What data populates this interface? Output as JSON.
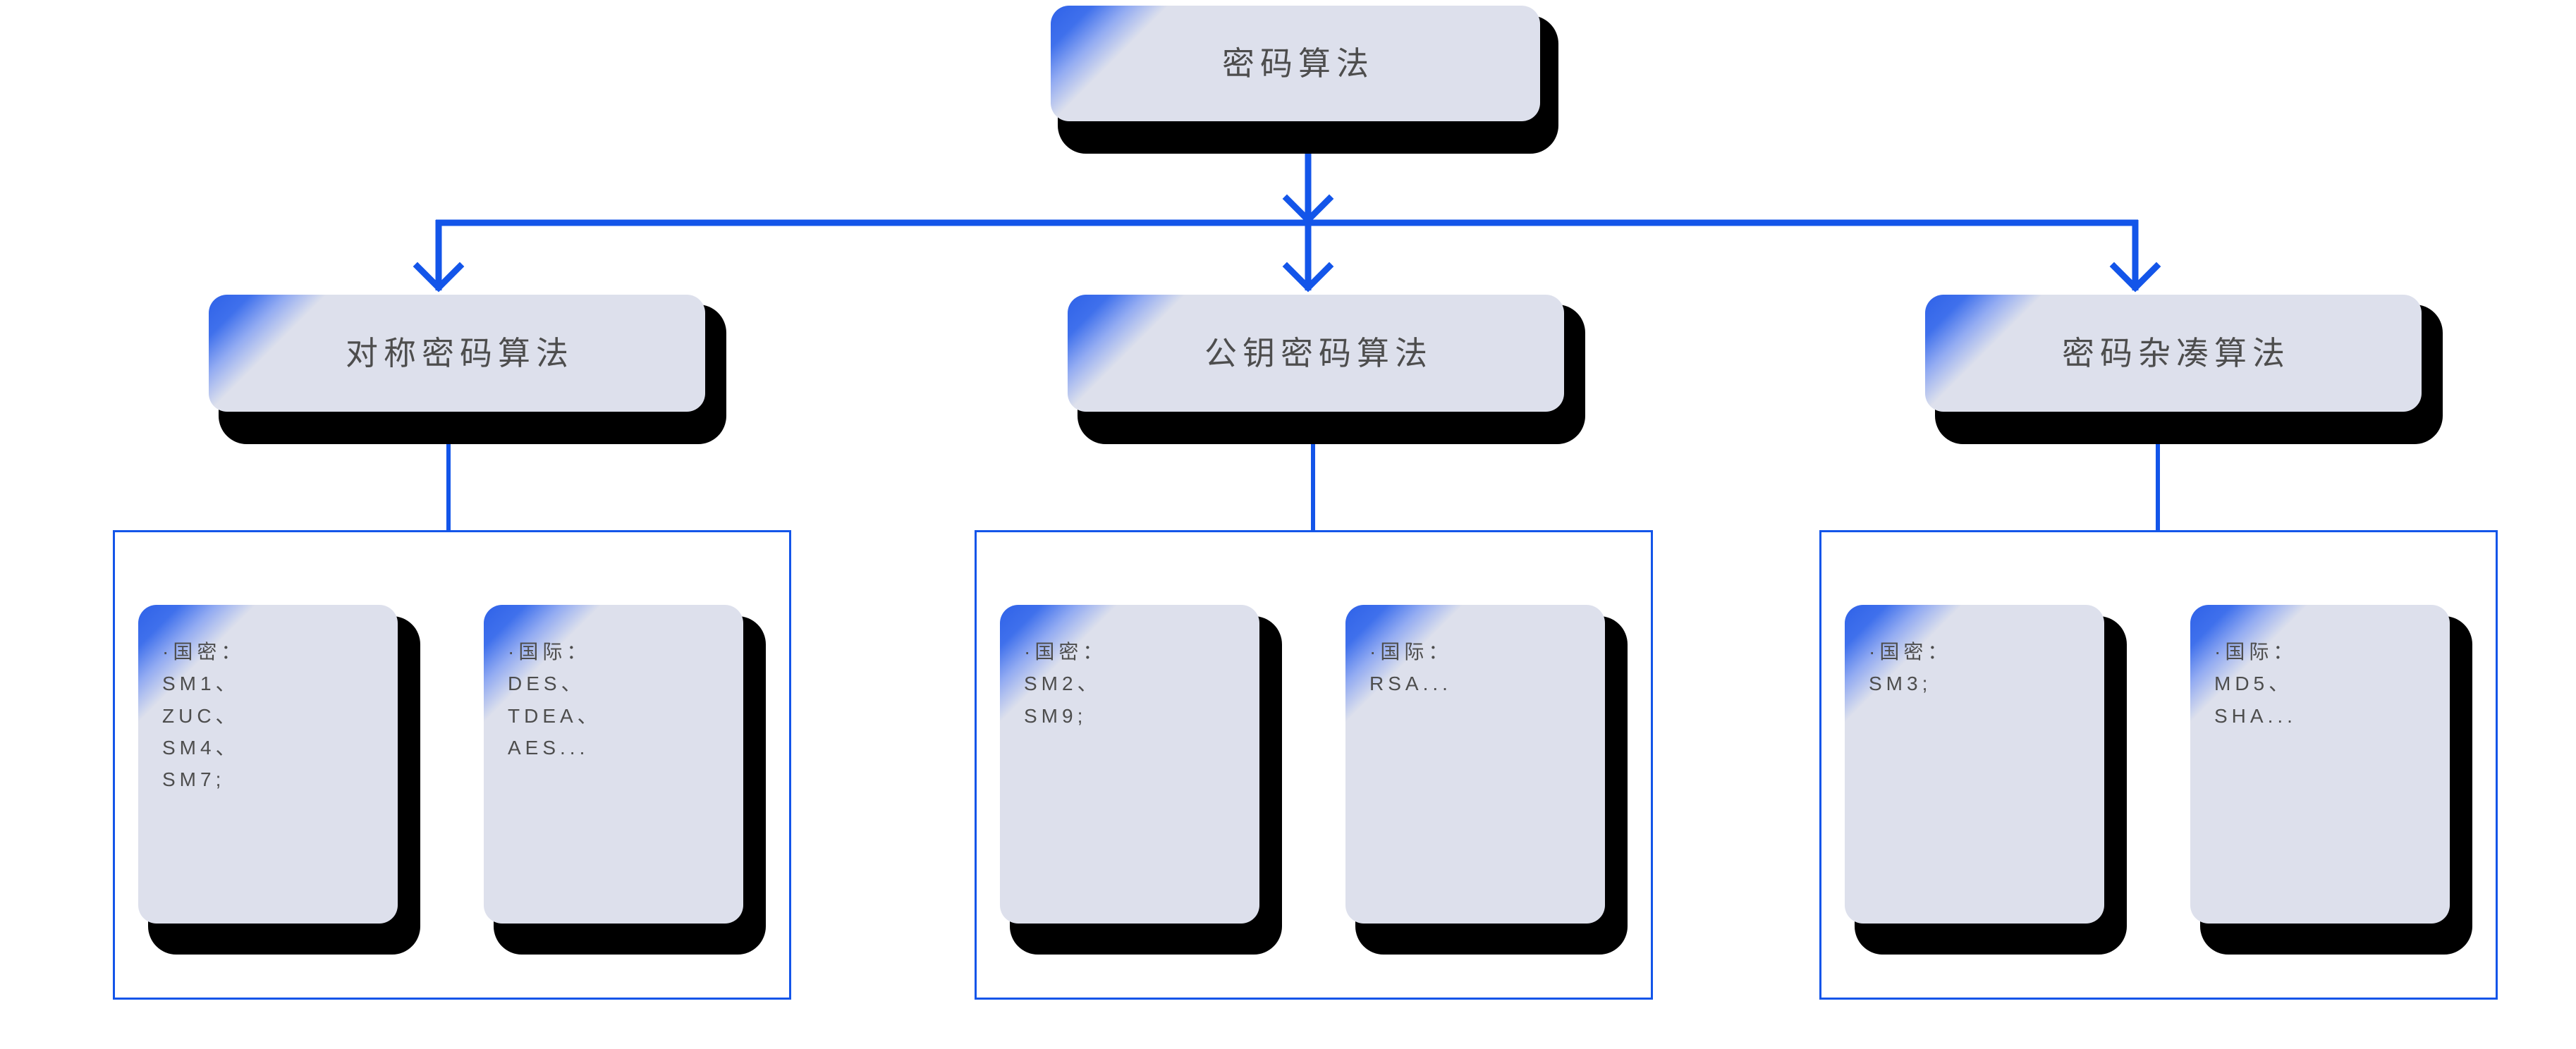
{
  "diagram": {
    "type": "tree-diagram",
    "title": "密码算法",
    "accent_color": "#1355e9",
    "node_body_color": "#dde0ec",
    "node_corner_gradient_color": "#2f62e8",
    "node_shadow_color": "#000000",
    "text_color": "#4d4d4d",
    "background_color": "#ffffff"
  },
  "root": {
    "label": "密码算法"
  },
  "branches": [
    {
      "label": "对称密码算法",
      "leaves": [
        {
          "heading": "·国密：",
          "items": [
            "SM1、",
            "ZUC、",
            "SM4、",
            "SM7;"
          ],
          "text": "·国密：\nSM1、\nZUC、\nSM4、\nSM7;"
        },
        {
          "heading": "·国际：",
          "items": [
            "DES、",
            "TDEA、",
            "AES..."
          ],
          "text": "·国际：\nDES、\nTDEA、\nAES..."
        }
      ]
    },
    {
      "label": "公钥密码算法",
      "leaves": [
        {
          "heading": "·国密：",
          "items": [
            "SM2、",
            "SM9;"
          ],
          "text": "·国密：\nSM2、\nSM9;"
        },
        {
          "heading": "·国际：",
          "items": [
            "RSA..."
          ],
          "text": "·国际：\nRSA..."
        }
      ]
    },
    {
      "label": "密码杂凑算法",
      "leaves": [
        {
          "heading": "·国密：",
          "items": [
            "SM3;"
          ],
          "text": "·国密：\nSM3;"
        },
        {
          "heading": "·国际：",
          "items": [
            "MD5、",
            "SHA..."
          ],
          "text": "·国际：\nMD5、\nSHA..."
        }
      ]
    }
  ]
}
